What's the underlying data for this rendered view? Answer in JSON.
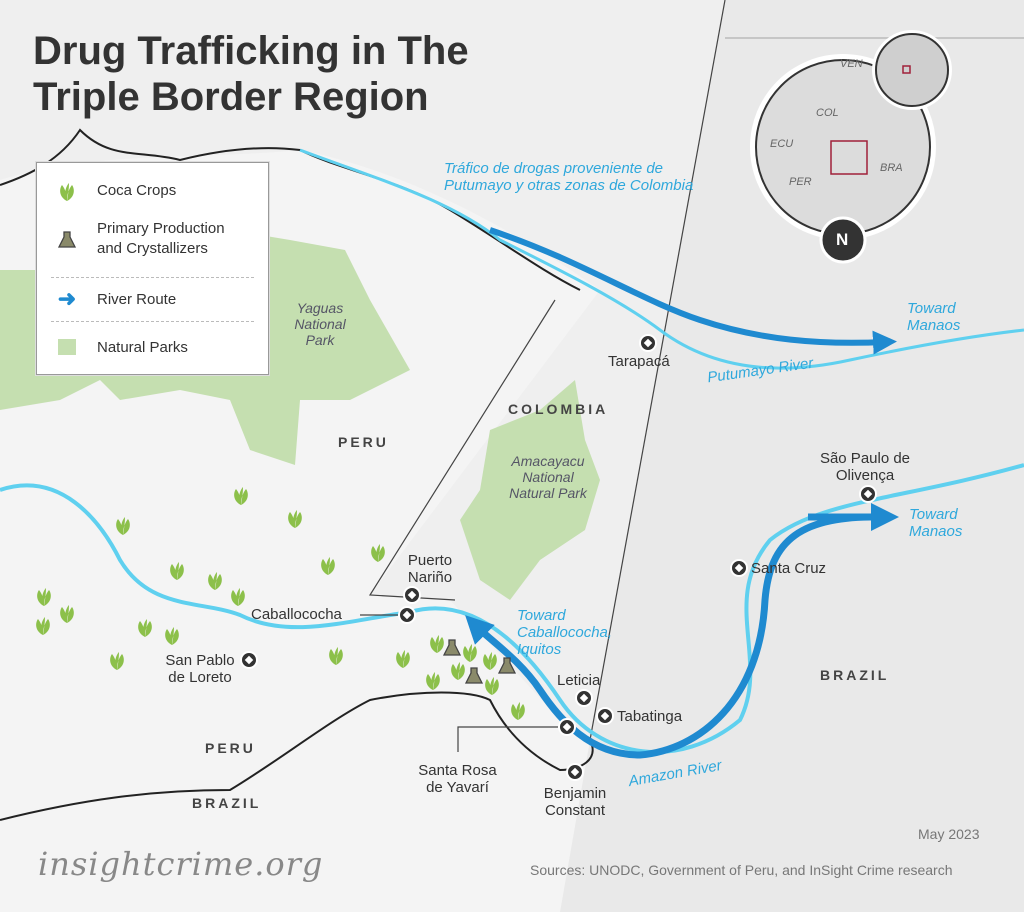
{
  "title": "Drug Trafficking in The Triple Border Region",
  "legend": {
    "items": [
      {
        "label": "Coca Crops",
        "icon": "coca-leaf-icon"
      },
      {
        "label": "Primary Production and Crystallizers",
        "icon": "flask-icon"
      },
      {
        "label": "River Route",
        "icon": "arrow-right-icon"
      },
      {
        "label": "Natural Parks",
        "icon": "park-swatch"
      }
    ]
  },
  "countries": {
    "peru": "PERU",
    "colombia": "COLOMBIA",
    "brazil": "BRAZIL",
    "peru2": "PERU",
    "brazil2": "BRAZIL"
  },
  "parks": {
    "yaguas": "Yaguas National Park",
    "amacayacu": "Amacayacu National Natural Park"
  },
  "rivers": {
    "putumayo": "Putumayo River",
    "amazon": "Amazon River"
  },
  "annotations": {
    "trafico": "Tráfico de drogas proveniente de Putumayo y otras zonas de Colombia",
    "manaos1": "Toward Manaos",
    "manaos2": "Toward Manaos",
    "caballococha": "Toward Caballococha, Iquitos"
  },
  "cities": {
    "tarapaca": "Tarapacá",
    "saopaulo": "São Paulo de Olivença",
    "santacruz": "Santa Cruz",
    "puertonarino": "Puerto Nariño",
    "caballococha": "Caballococha",
    "sanpablo": "San Pablo de Loreto",
    "leticia": "Leticia",
    "tabatinga": "Tabatinga",
    "santarosa": "Santa Rosa de Yavarí",
    "benjamin": "Benjamin Constant"
  },
  "inset": {
    "ven": "VEN",
    "col": "COL",
    "ecu": "ECU",
    "per": "PER",
    "bra": "BRA",
    "north": "N"
  },
  "footer": {
    "logo": "insightcrime.org",
    "sources": "Sources: UNODC, Government of Peru, and InSight Crime research",
    "date": "May 2023"
  },
  "colors": {
    "river": "#5fd0ef",
    "route": "#1f8ad0",
    "park": "#c5dfb0",
    "coca": "#8cc04a",
    "annotation": "#2fa8dc"
  }
}
